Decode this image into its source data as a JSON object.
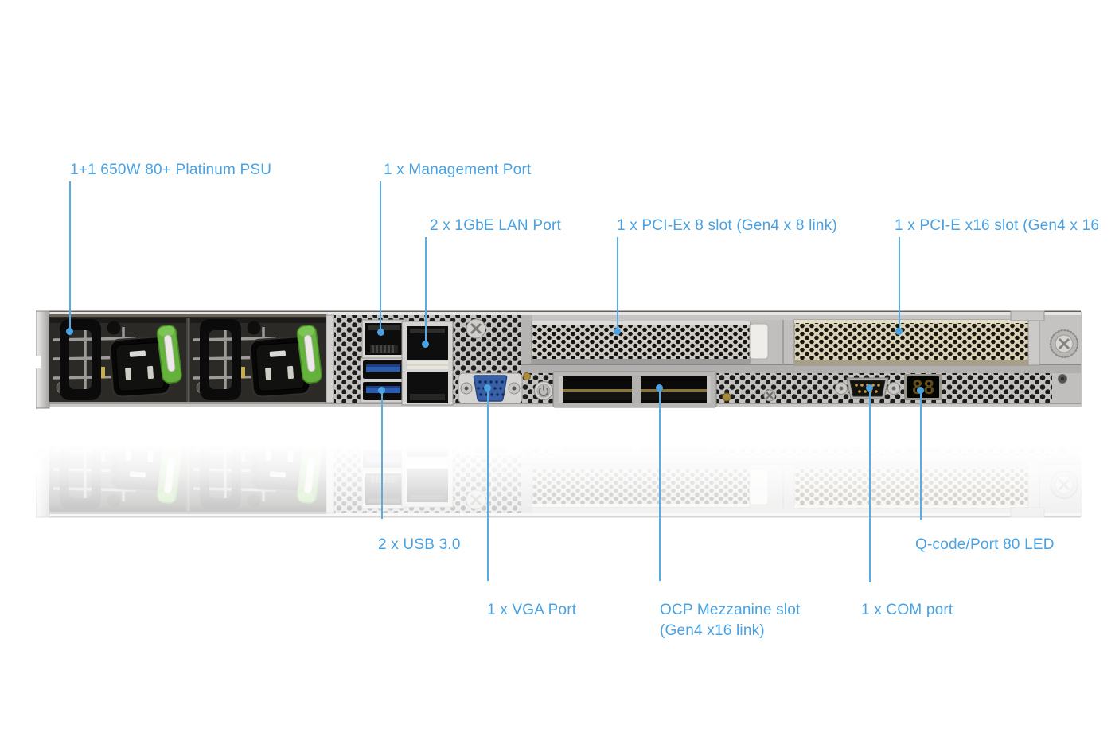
{
  "page": {
    "background": "#ffffff",
    "accent_color": "#4aa2e2"
  },
  "callouts": {
    "psu": {
      "label": "1+1 650W 80+ Platinum PSU"
    },
    "mgmt": {
      "label": "1 x Management Port"
    },
    "lan": {
      "label": "2 x 1GbE LAN Port"
    },
    "pcie8": {
      "label": "1 x PCI-Ex 8 slot (Gen4 x 8 link)"
    },
    "pcie16": {
      "label": "1 x PCI-E x16 slot (Gen4 x 16"
    },
    "usb": {
      "label": "2 x USB 3.0"
    },
    "vga": {
      "label": "1 x VGA Port"
    },
    "ocp": {
      "line1": "OCP Mezzanine slot",
      "line2": "(Gen4 x16 link)"
    },
    "com": {
      "label": "1 x COM port"
    },
    "qcode": {
      "label": "Q-code/Port 80 LED"
    }
  },
  "server": {
    "qcode_display": "88",
    "colors": {
      "chassis_silver": "#c4c3c1",
      "psu_latch_green": "#64b13c",
      "usb_blue": "#2a5cb0",
      "vga_blue": "#3a60a8",
      "led_amber": "#6e5518",
      "pcie16_cover_beige": "#d8d1b6"
    }
  }
}
